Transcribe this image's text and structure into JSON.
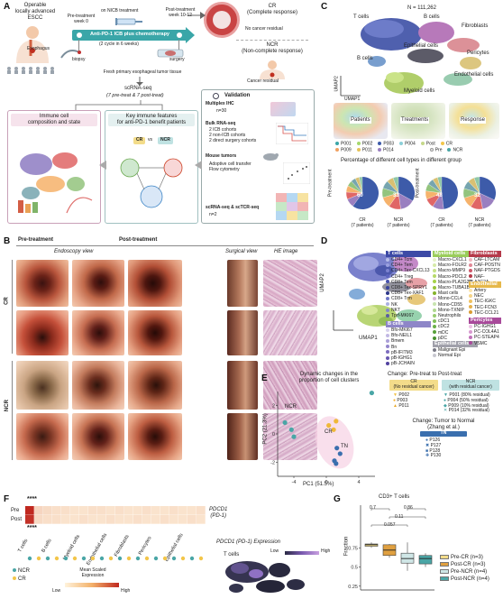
{
  "panelA": {
    "letter": "A",
    "patient_label": "Operable\nlocally advanced\nESCC",
    "pre_treat": "Pre-treatment\nweek 0",
    "on_treat": "on NICB treatment",
    "post_treat": "Post-treatment\nweek 10-12",
    "esophagus": "Esophagus",
    "icb_bar": "Anti-PD-1 ICB plus chemotherapy",
    "icb_sub": "(2 cycle in 6 weeks)",
    "biopsy": "biopsy",
    "surgery": "surgery",
    "tissue": "Fresh primary esophageal tumor tissue",
    "scrna": "scRNA-seq",
    "scrna_sub": "(7 pre-treat & 7 post-treat)",
    "cr_title": "CR\n(Complete response)",
    "cr_sub": "No cancer residual",
    "ncr_title": "NCR\n(Non-complete response)",
    "ncr_sub": "Cancer residual",
    "box1": "Immune cell\ncomposition and state",
    "box2": "Key immune features\nfor anti-PD-1 benefit patients",
    "cr_tag": "CR",
    "vs": "vs",
    "ncr_tag": "NCR",
    "validation": "Validation",
    "v_ihc": "Multiplex IHC",
    "v_ihc_n": "n=30",
    "v_bulk": "Bulk RNA-seq",
    "v_bulk_1": "2 ICB cohorts",
    "v_bulk_2": "2 non-ICB cohorts",
    "v_bulk_3": "2 direct surgery cohorts",
    "v_mouse": "Mouse tumors",
    "v_mouse_1": "Adoptive cell transfer",
    "v_mouse_2": "Flow cytometry",
    "v_sc": "scRNA-seq & scTCR-seq",
    "v_sc_n": "n=2"
  },
  "panelB": {
    "letter": "B",
    "pre": "Pre-treatment",
    "post": "Post-treatment",
    "endo": "Endoscopy view",
    "surg": "Surgical view",
    "he": "HE image",
    "cr": "CR",
    "ncr": "NCR"
  },
  "panelC": {
    "letter": "C",
    "n": "N = 111,262",
    "labels": [
      "T cells",
      "B cells",
      "Fibroblasts",
      "Epithelial cells",
      "Pericytes",
      "B cells",
      "Endothelial cells",
      "Myeloid cells"
    ],
    "umap2": "UMAP2",
    "umap1": "UMAP1",
    "facet_labels": [
      "Patients",
      "Treatments",
      "Response"
    ],
    "patients": [
      "P001",
      "P002",
      "P003",
      "P004",
      "P009",
      "P011",
      "P014"
    ],
    "treatments": [
      "Post",
      "Pre"
    ],
    "responses": [
      "CR",
      "NCR"
    ],
    "pie_title": "Percentage of different cell types in different group",
    "row_pre": "Pre-treatment",
    "row_post": "Post-treatment",
    "pie_groups": [
      "CR\n(7 patients)",
      "NCR\n(7 patients)"
    ],
    "pie_values": [
      "60",
      "33",
      "48",
      "32"
    ]
  },
  "panelD": {
    "letter": "D",
    "umap2": "UMAP2",
    "umap1": "UMAP1",
    "tcells_head": "T cells",
    "tcells": [
      "CD4+ Tcm",
      "CD4+ Tem",
      "CD4+ Tex-CXCL13",
      "CD4+ Treg",
      "CD8+ Tem",
      "CD8+ Tex-SPRY1",
      "CD8+ Tex-XAF1",
      "CD8+ Trm",
      "NK",
      "NKT",
      "Tprf-MKI67"
    ],
    "bcells_head": "B cells",
    "bcells": [
      "Bfo-MKI67",
      "Bfo-NEIL1",
      "Bmem",
      "Bn",
      "pB-IFITM3",
      "pB-IGHG1",
      "pB-JCHAIN"
    ],
    "myeloid_head": "Myeloid cells",
    "myeloid": [
      "Macro-CXCL1",
      "Macro-FOLR2",
      "Macro-MMP9",
      "Macro-PDCL2",
      "Macro-PLA2G2D",
      "Macro-TUBA1B",
      "Mast cells",
      "Mono-CCL4",
      "Mono-CD55",
      "Mono-TXNIP",
      "Neutrophils",
      "cDC1",
      "cDC2",
      "mDC",
      "pDC"
    ],
    "epi_head": "Epithelial cells",
    "epi": [
      "Malignant Epi",
      "Normal Epi"
    ],
    "fib_head": "Fibroblasts",
    "fib": [
      "CAF-LTCAM",
      "CAF-POSTN",
      "NAF-PTGDS",
      "NAF-PLA2G2A"
    ],
    "endo_head": "Endothelial cells",
    "endo": [
      "Artery",
      "NEC",
      "TEC-IGKC",
      "TEC-FCN3",
      "TEC-CCL21"
    ],
    "peri_head": "Pericytes",
    "peri": [
      "PC-IGHG1",
      "PC-COL4A1",
      "PC-STEAP4",
      "VSMC"
    ]
  },
  "panelE": {
    "letter": "E",
    "title": "Dynamic changes in the\nproportion of cell clusters",
    "xlabel": "PC1 (51.5%)",
    "ylabel": "PC2 (21.3%)",
    "lab_ncr": "NCR",
    "lab_cr": "CR",
    "lab_tn": "TN",
    "change1": "Change: Pre-treat to Post-treat",
    "cr_head": "CR\n(No residual cancer)",
    "cr_items": [
      "P002",
      "P003",
      "P011"
    ],
    "ncr_head": "NCR\n(with residual cancer)",
    "ncr_items": [
      "P001 (80% residual)",
      "P004 (50% residual)",
      "P009 (10% residual)",
      "P014 (32% residual)"
    ],
    "change2": "Change: Tumor to Normal\n(Zhang et al.)",
    "tn_head": "TN",
    "tn_items": [
      "P126",
      "P127",
      "P128",
      "P130"
    ]
  },
  "panelF": {
    "letter": "F",
    "rows": [
      "Pre",
      "Post"
    ],
    "stars": "****",
    "gene": "PDCD1\n(PD-1)",
    "cols": [
      "T cells",
      "B cells",
      "Myeloid cells",
      "Endothelial cells",
      "Fibroblasts",
      "Pericytes",
      "Epithelial cells"
    ],
    "legend_ncr": "NCR",
    "legend_cr": "CR",
    "scale_title": "Mean Scaled\nExpression",
    "low": "Low",
    "high": "High",
    "umap_title": "PDCD1 (PD-1) Expression",
    "umap_low": "Low",
    "umap_high": "High",
    "umap_label": "T cells"
  },
  "panelG": {
    "letter": "G",
    "title": "CD3+ T cells",
    "ylabel": "Fraction",
    "pvals": [
      "0.7",
      "0.86",
      "0.11",
      "0.057"
    ],
    "legend": [
      "Pre-CR (n=3)",
      "Post-CR (n=3)",
      "Pre-NCR (n=4)",
      "Post-NCR (n=4)"
    ]
  },
  "chart_data": [
    {
      "type": "pie",
      "title": "Percentage of different cell types in different group",
      "categories": [
        "CR Pre-treatment",
        "NCR Pre-treatment",
        "CR Post-treatment",
        "NCR Post-treatment"
      ],
      "values": [
        60,
        33,
        48,
        32
      ]
    },
    {
      "type": "scatter",
      "title": "Dynamic changes in the proportion of cell clusters",
      "xlabel": "PC1 (51.5%)",
      "ylabel": "PC2 (21.3%)",
      "xlim": [
        -6,
        6
      ],
      "ylim": [
        -3,
        3
      ],
      "x_ticks": [
        -4,
        0,
        4
      ],
      "y_ticks": [
        -2,
        0,
        2
      ],
      "series": [
        {
          "name": "CR",
          "points": [
            [
              1.2,
              0.9
            ],
            [
              0.3,
              0.6
            ],
            [
              0.9,
              0.3
            ]
          ]
        },
        {
          "name": "NCR",
          "points": [
            [
              -5.1,
              0.8
            ],
            [
              -4.3,
              0.3
            ],
            [
              -4.0,
              -0.2
            ],
            [
              5.6,
              2.9
            ]
          ]
        },
        {
          "name": "TN",
          "points": [
            [
              1.3,
              -1.0
            ],
            [
              1.7,
              -1.4
            ],
            [
              1.0,
              -1.9
            ],
            [
              1.2,
              -2.1
            ]
          ]
        }
      ]
    },
    {
      "type": "heatmap",
      "rows": [
        "Pre",
        "Post"
      ],
      "columns": 20,
      "values": [
        [
          1.0,
          0.15,
          0.12,
          0.1,
          0.1,
          0.08,
          0.08,
          0.1,
          0.1,
          0.08,
          0.1,
          0.08,
          0.08,
          0.1,
          0.08,
          0.08,
          0.1,
          0.08,
          0.08,
          0.1
        ],
        [
          0.95,
          0.12,
          0.1,
          0.1,
          0.08,
          0.08,
          0.1,
          0.08,
          0.08,
          0.1,
          0.08,
          0.08,
          0.1,
          0.08,
          0.08,
          0.1,
          0.08,
          0.08,
          0.1,
          0.08
        ]
      ]
    },
    {
      "type": "bar",
      "subtype": "box",
      "title": "CD3+ T cells",
      "ylabel": "Fraction",
      "ylim": [
        0.2,
        1.0
      ],
      "y_ticks": [
        0.25,
        0.5,
        0.75
      ],
      "categories": [
        "Pre-CR (n=3)",
        "Post-CR (n=3)",
        "Pre-NCR (n=4)",
        "Post-NCR (n=4)"
      ],
      "series": [
        {
          "name": "median",
          "values": [
            0.79,
            0.72,
            0.61,
            0.61
          ]
        },
        {
          "name": "q1",
          "values": [
            0.77,
            0.65,
            0.55,
            0.54
          ]
        },
        {
          "name": "q3",
          "values": [
            0.8,
            0.79,
            0.68,
            0.65
          ]
        },
        {
          "name": "min",
          "values": [
            0.75,
            0.62,
            0.45,
            0.5
          ]
        },
        {
          "name": "max",
          "values": [
            0.82,
            0.8,
            0.82,
            0.68
          ]
        }
      ],
      "colors": [
        "#f3dc8a",
        "#e0a040",
        "#cfe6e6",
        "#4aa6a6"
      ]
    }
  ]
}
